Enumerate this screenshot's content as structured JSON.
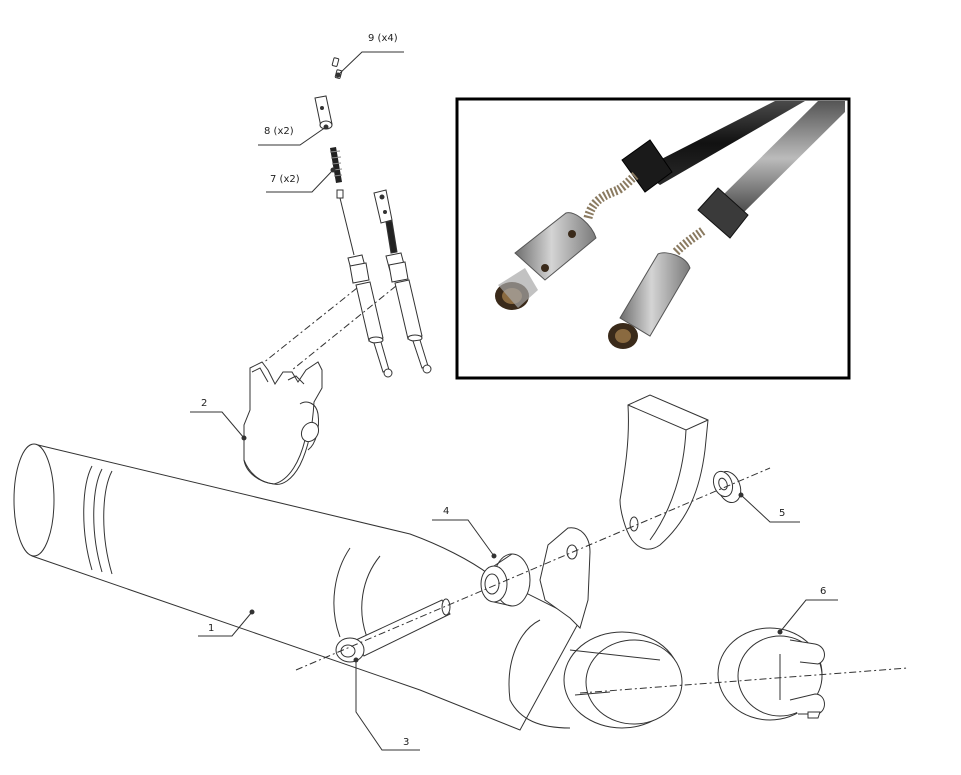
{
  "callouts": [
    {
      "id": "1",
      "text": "1"
    },
    {
      "id": "2",
      "text": "2"
    },
    {
      "id": "3",
      "text": "3"
    },
    {
      "id": "4",
      "text": "4"
    },
    {
      "id": "5",
      "text": "5"
    },
    {
      "id": "6",
      "text": "6"
    },
    {
      "id": "7",
      "text": "7 (x2)"
    },
    {
      "id": "8",
      "text": "8 (x2)"
    },
    {
      "id": "9",
      "text": "9 (x4)"
    }
  ],
  "colors": {
    "line": "#333333",
    "inset_border": "#000000",
    "inset_bg": "#ffffff"
  }
}
